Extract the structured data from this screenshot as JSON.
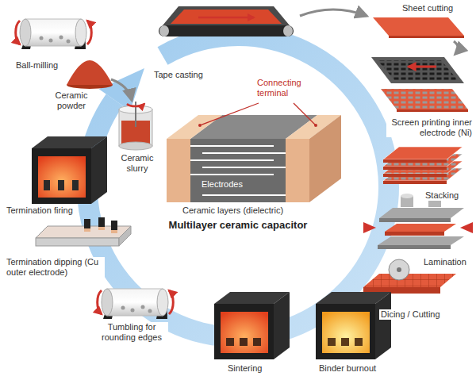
{
  "diagram": {
    "title": "Multilayer ceramic capacitor",
    "labels": [
      "Sheet cutting",
      "Ball-milling",
      "Tape casting",
      "Ceramic powder",
      "Ceramic slurry",
      "Screen printing inner electrode (Ni)",
      "Connecting terminal",
      "Stacking",
      "Electrodes",
      "Ceramic layers (dielectric)",
      "Lamination",
      "Termination firing",
      "Termination dipping (Cu outer electrode)",
      "Dicing / Cutting",
      "Tumbling for rounding edges",
      "Binder burnout",
      "Sintering"
    ]
  }
}
